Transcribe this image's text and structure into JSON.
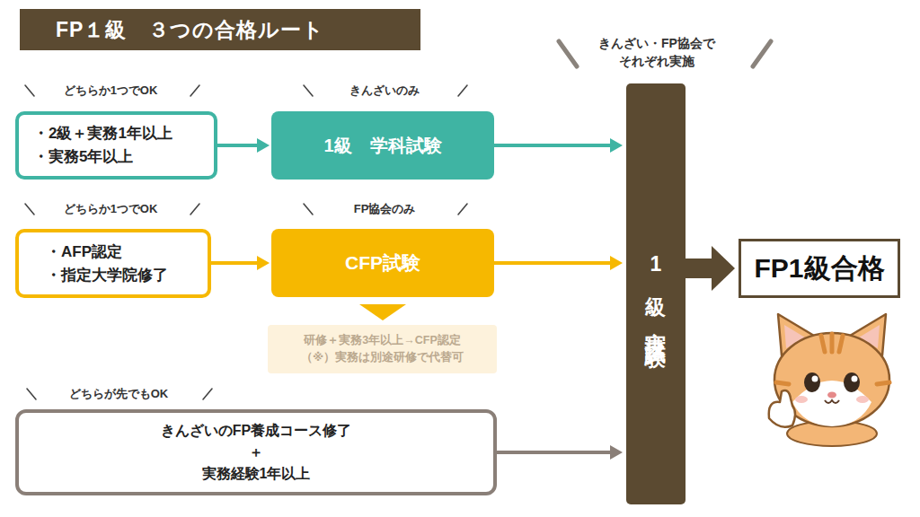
{
  "diagram": {
    "title": "FP１級　３つの合格ルート",
    "nodes": [
      {
        "text": [
          "・2級＋実務1年以上",
          "・実務5年以上"
        ]
      },
      {
        "text": [
          "1級　学科試験"
        ]
      },
      {
        "text": [
          "・AFP認定",
          "・指定大学院修了"
        ]
      },
      {
        "text": [
          "CFP試験"
        ]
      },
      {
        "text": [
          "研修＋実務3年以上→CFP認定",
          "（※）実務は別途研修で代替可"
        ]
      },
      {
        "text": [
          "きんざいのFP養成コース修了",
          "＋",
          "実務経験1年以上"
        ]
      },
      {
        "text": [
          "1級 実技試験"
        ]
      },
      {
        "text": [
          "FP1級合格"
        ]
      }
    ],
    "edges": [
      {
        "from": 0,
        "to": 1,
        "arrow": "to"
      },
      {
        "from": 1,
        "to": 6,
        "arrow": "to"
      },
      {
        "from": 2,
        "to": 3,
        "arrow": "to"
      },
      {
        "from": 3,
        "to": 6,
        "arrow": "to"
      },
      {
        "from": 3,
        "to": 4,
        "arrow": "to"
      },
      {
        "from": 5,
        "to": 6,
        "arrow": "to"
      },
      {
        "from": 6,
        "to": 7,
        "arrow": "to"
      }
    ],
    "labels": [
      "どちらか1つでOK",
      "きんざいのみ",
      "どちらか1つでOK",
      "FP協会のみ",
      "どちらが先でもOK",
      "きんざい・FP協会で それぞれ実施"
    ]
  }
}
